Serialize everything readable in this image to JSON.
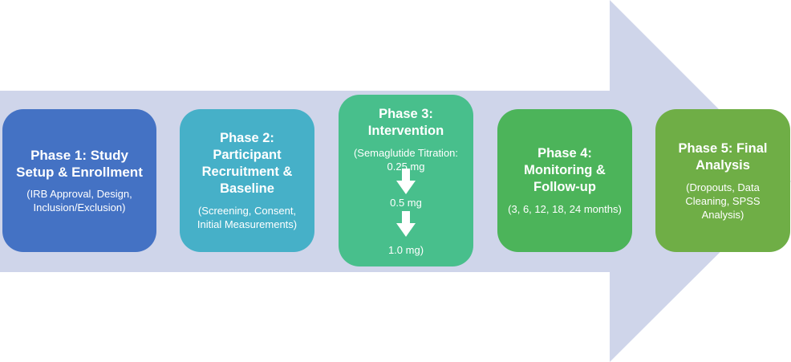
{
  "phases": [
    {
      "title": "Phase 1: Study Setup & Enrollment",
      "detail": "(IRB Approval, Design, Inclusion/Exclusion)",
      "color": "#4472c4"
    },
    {
      "title": "Phase 2: Participant Recruitment & Baseline",
      "detail": "(Screening, Consent, Initial Measurements)",
      "color": "#46b0c8"
    },
    {
      "title": "Phase 3: Intervention",
      "detail_lines": [
        "(Semaglutide Titration: 0.25 mg",
        "0.5 mg",
        "1.0 mg)"
      ],
      "color": "#48bf8c"
    },
    {
      "title": "Phase 4: Monitoring & Follow-up",
      "detail": "(3, 6, 12, 18, 24 months)",
      "color": "#4cb45a"
    },
    {
      "title": "Phase 5: Final Analysis",
      "detail": "(Dropouts, Data Cleaning, SPSS Analysis)",
      "color": "#6fae46"
    }
  ],
  "colors": {
    "background_arrow": "#cfd5ea",
    "down_arrow": "#ffffff"
  }
}
